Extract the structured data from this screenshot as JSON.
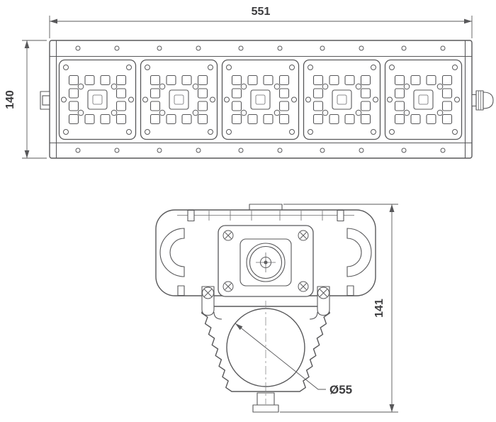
{
  "drawing": {
    "kind": "technical-dimension-drawing",
    "views": {
      "front": {
        "width_dim": "551",
        "height_dim": "140",
        "module_count": 5
      },
      "section": {
        "height_dim": "141",
        "tube_diameter_dim": "Ø55"
      }
    },
    "style": {
      "line_color": "#58585a",
      "text_color": "#3c3c3e",
      "background": "#ffffff"
    }
  }
}
